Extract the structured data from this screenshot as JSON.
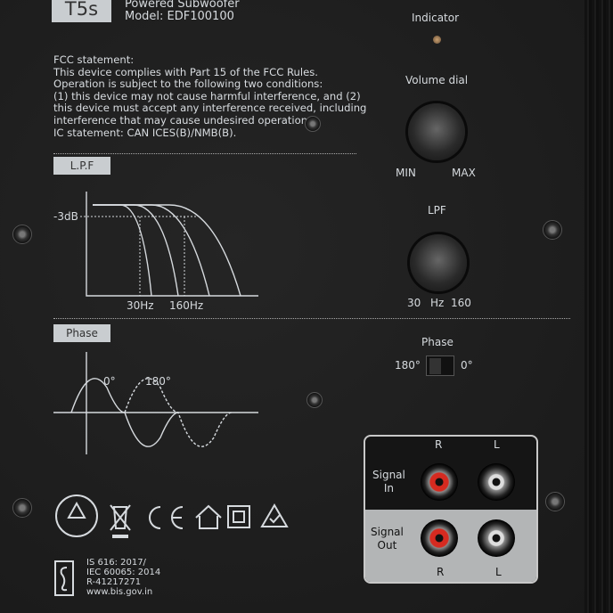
{
  "header": {
    "model_badge": "T5s",
    "product": "Powered Subwoofer",
    "model": "Model: EDF100100"
  },
  "fcc": {
    "text": "FCC statement:\nThis device complies with Part 15 of the FCC Rules.\nOperation is subject to the following two conditions:\n(1) this device may not cause harmful interference, and (2)\nthis device must accept any interference received, including\ninterference that may cause undesired operation.\nIC statement: CAN ICES(B)/NMB(B)."
  },
  "lpf_graph": {
    "label": "L.P.F",
    "level": "-3dB",
    "low": "30Hz",
    "high": "160Hz"
  },
  "phase_graph": {
    "label": "Phase",
    "a": "0°",
    "b": "180°"
  },
  "controls": {
    "indicator": "Indicator",
    "volume": {
      "label": "Volume dial",
      "min": "MIN",
      "max": "MAX"
    },
    "lpf": {
      "label": "LPF",
      "min": "30",
      "unit": "Hz",
      "max": "160"
    },
    "phase": {
      "label": "Phase",
      "left": "180°",
      "right": "0°"
    }
  },
  "signal": {
    "r": "R",
    "l": "L",
    "in": "Signal\nIn",
    "out": "Signal\nOut"
  },
  "bis": {
    "text": "IS 616: 2017/\nIEC 60065: 2014\nR-41217271\nwww.bis.gov.in"
  },
  "logos": [
    "tuv-rheinland-icon",
    "weee-bin-icon",
    "ce-mark-icon",
    "indoor-use-icon",
    "class-ii-icon",
    "rcm-icon"
  ]
}
